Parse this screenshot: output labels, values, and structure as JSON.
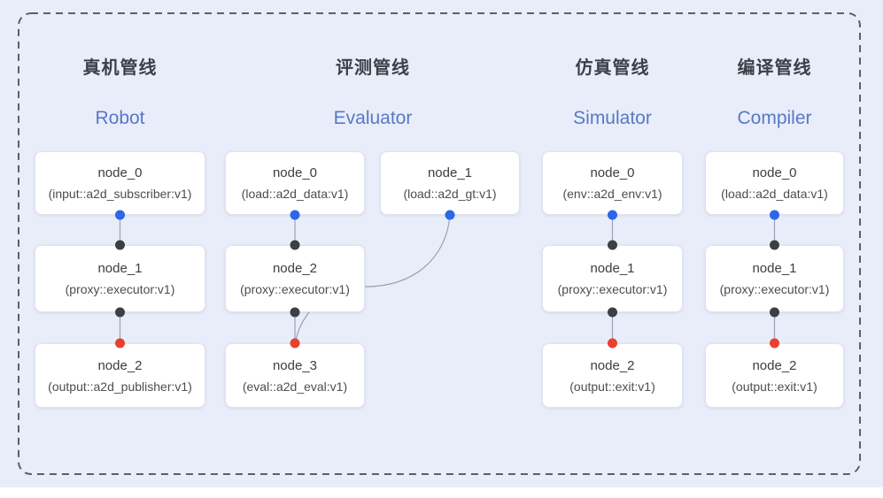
{
  "pipelines": [
    {
      "title_zh": "真机管线",
      "title_en": "Robot",
      "nodes": [
        {
          "name": "node_0",
          "type": "(input::a2d_subscriber:v1)"
        },
        {
          "name": "node_1",
          "type": "(proxy::executor:v1)"
        },
        {
          "name": "node_2",
          "type": "(output::a2d_publisher:v1)"
        }
      ]
    },
    {
      "title_zh": "评测管线",
      "title_en": "Evaluator",
      "nodes": [
        {
          "name": "node_0",
          "type": "(load::a2d_data:v1)"
        },
        {
          "name": "node_1",
          "type": "(load::a2d_gt:v1)"
        },
        {
          "name": "node_2",
          "type": "(proxy::executor:v1)"
        },
        {
          "name": "node_3",
          "type": "(eval::a2d_eval:v1)"
        }
      ]
    },
    {
      "title_zh": "仿真管线",
      "title_en": "Simulator",
      "nodes": [
        {
          "name": "node_0",
          "type": "(env::a2d_env:v1)"
        },
        {
          "name": "node_1",
          "type": "(proxy::executor:v1)"
        },
        {
          "name": "node_2",
          "type": "(output::exit:v1)"
        }
      ]
    },
    {
      "title_zh": "编译管线",
      "title_en": "Compiler",
      "nodes": [
        {
          "name": "node_0",
          "type": "(load::a2d_data:v1)"
        },
        {
          "name": "node_1",
          "type": "(proxy::executor:v1)"
        },
        {
          "name": "node_2",
          "type": "(output::exit:v1)"
        }
      ]
    }
  ],
  "colors": {
    "background": "#e8edf9",
    "frame_dash": "#5a5f69",
    "box_border": "#dfe3ec",
    "connector": "#9aa2b4",
    "dot_blue": "#2b67e8",
    "dot_dark": "#3d3f42",
    "dot_red": "#e9402e",
    "title_zh": "#3c3f46",
    "title_en": "#5878c8"
  }
}
